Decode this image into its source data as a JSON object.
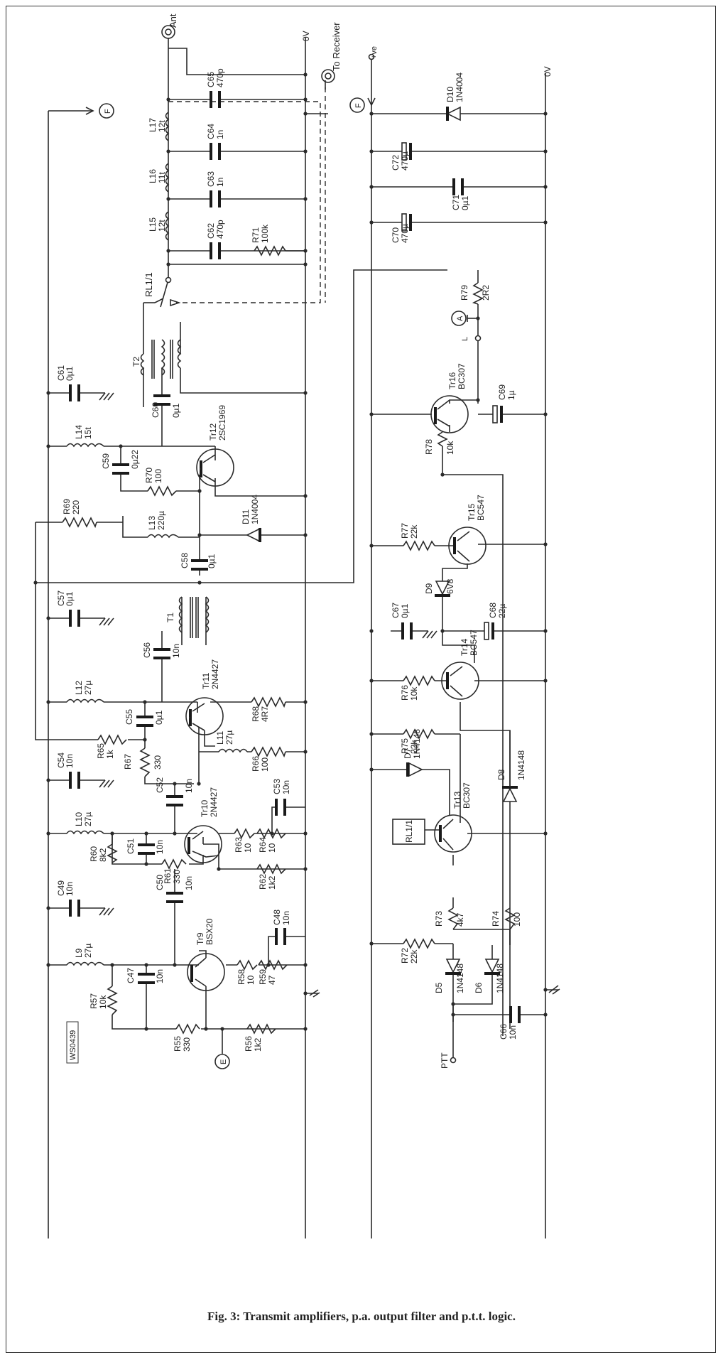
{
  "figure": {
    "caption": "Fig. 3: Transmit amplifiers, p.a. output filter and p.t.t. logic.",
    "code": "WS0439"
  },
  "rails": {
    "zero_v_left": "0V",
    "zero_v_right": "0V",
    "positive": "+ve",
    "ptt": "PTT"
  },
  "connectors": {
    "ant": "Ant",
    "to_receiver": "To Receiver",
    "f_left": "F",
    "f_right": "F",
    "e": "E",
    "a": "A",
    "l": "L"
  },
  "components": {
    "C65": {
      "ref": "C65",
      "val": "470p"
    },
    "C64": {
      "ref": "C64",
      "val": "1n"
    },
    "C63": {
      "ref": "C63",
      "val": "1n"
    },
    "C62": {
      "ref": "C62",
      "val": "470p"
    },
    "R71": {
      "ref": "R71",
      "val": "100k"
    },
    "L17": {
      "ref": "L17",
      "val": "12t"
    },
    "L16": {
      "ref": "L16",
      "val": "11t"
    },
    "L15": {
      "ref": "L15",
      "val": "12t"
    },
    "RL1": {
      "ref": "RL1/1"
    },
    "T2": {
      "ref": "T2"
    },
    "T1": {
      "ref": "T1"
    },
    "C61": {
      "ref": "C61",
      "val": "0µ1"
    },
    "C60": {
      "ref": "C60",
      "val": "0µ1"
    },
    "L14": {
      "ref": "L14",
      "val": "15t"
    },
    "Tr12": {
      "ref": "Tr12",
      "val": "2SC1969"
    },
    "C59": {
      "ref": "C59",
      "val": "0µ22"
    },
    "R70": {
      "ref": "R70",
      "val": "100"
    },
    "R69": {
      "ref": "R69",
      "val": "220"
    },
    "L13": {
      "ref": "L13",
      "val": "220µ"
    },
    "D11": {
      "ref": "D11",
      "val": "1N4004"
    },
    "C58": {
      "ref": "C58",
      "val": "0µ1"
    },
    "C57": {
      "ref": "C57",
      "val": "0µ1"
    },
    "C56": {
      "ref": "C56",
      "val": "10n"
    },
    "Tr11": {
      "ref": "Tr11",
      "val": "2N4427"
    },
    "L12": {
      "ref": "L12",
      "val": "27µ"
    },
    "C55": {
      "ref": "C55",
      "val": "0µ1"
    },
    "R68": {
      "ref": "R68",
      "val": "4R7"
    },
    "R65": {
      "ref": "R65",
      "val": "1k"
    },
    "R67": {
      "ref": "R67",
      "val": "330"
    },
    "L11": {
      "ref": "L11",
      "val": "27µ"
    },
    "R66": {
      "ref": "R66",
      "val": "100"
    },
    "C54": {
      "ref": "C54",
      "val": "10n"
    },
    "C52": {
      "ref": "C52",
      "val": "10n"
    },
    "C53": {
      "ref": "C53",
      "val": "10n"
    },
    "L10": {
      "ref": "L10",
      "val": "27µ"
    },
    "Tr10": {
      "ref": "Tr10",
      "val": "2N4427"
    },
    "R63": {
      "ref": "R63",
      "val": "10"
    },
    "R64": {
      "ref": "R64",
      "val": "10"
    },
    "R60": {
      "ref": "R60",
      "val": "8k2"
    },
    "C51": {
      "ref": "C51",
      "val": "10n"
    },
    "R61": {
      "ref": "R61",
      "val": "330"
    },
    "R62": {
      "ref": "R62",
      "val": "1k2"
    },
    "C49": {
      "ref": "C49",
      "val": "10n"
    },
    "C50": {
      "ref": "C50",
      "val": "10n"
    },
    "C48": {
      "ref": "C48",
      "val": "10n"
    },
    "L9": {
      "ref": "L9",
      "val": "27µ"
    },
    "Tr9": {
      "ref": "Tr9",
      "val": "BSX20"
    },
    "R58": {
      "ref": "R58",
      "val": "10"
    },
    "R59": {
      "ref": "R59",
      "val": "47"
    },
    "R57": {
      "ref": "R57",
      "val": "10k"
    },
    "C47": {
      "ref": "C47",
      "val": "10n"
    },
    "R55": {
      "ref": "R55",
      "val": "330"
    },
    "R56": {
      "ref": "R56",
      "val": "1k2"
    },
    "D10": {
      "ref": "D10",
      "val": "1N4004"
    },
    "C72": {
      "ref": "C72",
      "val": "470µ"
    },
    "C71": {
      "ref": "C71",
      "val": "0µ1"
    },
    "C70": {
      "ref": "C70",
      "val": "470µ"
    },
    "R79": {
      "ref": "R79",
      "val": "2R2"
    },
    "Tr16": {
      "ref": "Tr16",
      "val": "BC307"
    },
    "C69": {
      "ref": "C69",
      "val": "1µ"
    },
    "R78": {
      "ref": "R78",
      "val": "10k"
    },
    "R77": {
      "ref": "R77",
      "val": "22k"
    },
    "Tr15": {
      "ref": "Tr15",
      "val": "BC547"
    },
    "D9": {
      "ref": "D9",
      "val": "6V8"
    },
    "C68": {
      "ref": "C68",
      "val": "22µ"
    },
    "C67": {
      "ref": "C67",
      "val": "0µ1"
    },
    "R76": {
      "ref": "R76",
      "val": "10k"
    },
    "Tr14": {
      "ref": "Tr14",
      "val": "BC547"
    },
    "R75": {
      "ref": "R75",
      "val": "22k"
    },
    "D7": {
      "ref": "D7",
      "val": "1N4148"
    },
    "D8": {
      "ref": "D8",
      "val": "1N4148"
    },
    "RL1coil": {
      "ref": "RL1/1"
    },
    "Tr13": {
      "ref": "Tr13",
      "val": "BC307"
    },
    "R73": {
      "ref": "R73",
      "val": "4k7"
    },
    "R74": {
      "ref": "R74",
      "val": "100"
    },
    "R72": {
      "ref": "R72",
      "val": "22k"
    },
    "D5": {
      "ref": "D5",
      "val": "1N4148"
    },
    "D6": {
      "ref": "D6",
      "val": "1N4148"
    },
    "C66": {
      "ref": "C66",
      "val": "10n"
    }
  }
}
